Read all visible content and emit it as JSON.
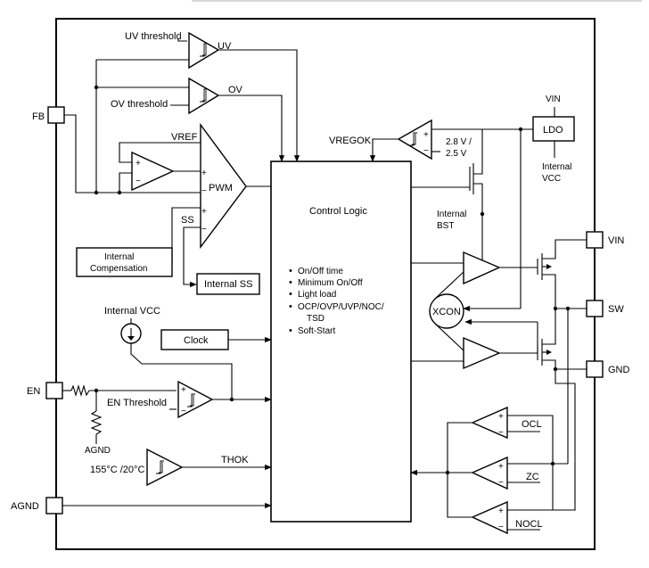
{
  "pins": {
    "fb": "FB",
    "en": "EN",
    "agnd": "AGND",
    "vin": "VIN",
    "sw": "SW",
    "gnd": "GND"
  },
  "labels": {
    "uv_threshold": "UV threshold",
    "uv": "UV",
    "ov_threshold": "OV threshold",
    "ov": "OV",
    "vref": "VREF",
    "pwm": "PWM",
    "ss": "SS",
    "internal_compensation_1": "Internal",
    "internal_compensation_2": "Compensation",
    "internal_ss": "Internal SS",
    "internal_vcc": "Internal VCC",
    "clock": "Clock",
    "en_threshold": "EN Threshold",
    "agnd_res": "AGND",
    "temp": "155°C /20°C",
    "thok": "THOK",
    "control_logic": "Control Logic",
    "features": [
      "On/Off time",
      "Minimum On/Off",
      "Light load",
      "OCP/OVP/UVP/NOC/",
      "TSD",
      "Soft-Start"
    ],
    "vregok": "VREGOK",
    "vreg_levels_1": "2.8 V /",
    "vreg_levels_2": "2.5 V",
    "ldo_vin": "VIN",
    "ldo": "LDO",
    "ldo_out_1": "Internal",
    "ldo_out_2": "VCC",
    "bst_1": "Internal",
    "bst_2": "BST",
    "xcon": "XCON",
    "ocl": "OCL",
    "zc": "ZC",
    "nocl": "NOCL",
    "plus": "+",
    "minus": "−"
  }
}
